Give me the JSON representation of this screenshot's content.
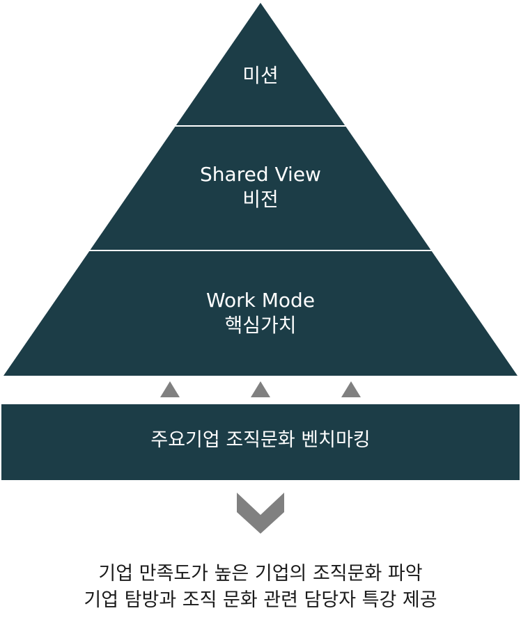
{
  "colors": {
    "pyramid_fill": "#1c3d47",
    "divider": "#ffffff",
    "arrow_gray": "#808080",
    "text_light": "#ffffff",
    "text_dark": "#1a1a1a"
  },
  "pyramid": {
    "top": {
      "label": "미션"
    },
    "middle": {
      "label_en": "Shared View",
      "label_ko": "비전"
    },
    "bottom": {
      "label_en": "Work Mode",
      "label_ko": "핵심가치"
    }
  },
  "support_arrows": {
    "count": 3,
    "icon": "triangle-up-icon"
  },
  "benchmark_bar": {
    "label": "주요기업 조직문화 벤치마킹"
  },
  "down_chevron": {
    "icon": "chevron-down-icon"
  },
  "footer": {
    "line1": "기업 만족도가 높은 기업의 조직문화 파악",
    "line2": "기업 탐방과 조직 문화 관련 담당자 특강 제공"
  }
}
